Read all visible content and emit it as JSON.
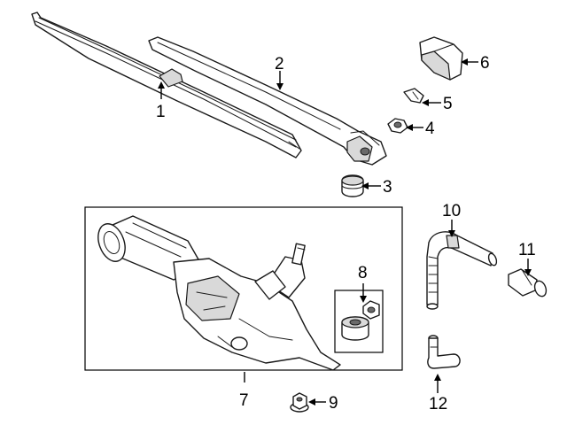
{
  "diagram": {
    "callouts": {
      "c1": "1",
      "c2": "2",
      "c3": "3",
      "c4": "4",
      "c5": "5",
      "c6": "6",
      "c7": "7",
      "c8": "8",
      "c9": "9",
      "c10": "10",
      "c11": "11",
      "c12": "12"
    },
    "icons": {
      "part_1": "wiper-blade-icon",
      "part_2": "wiper-arm-icon",
      "part_3": "grommet-icon",
      "part_4": "nut-icon",
      "part_5": "clip-icon",
      "part_6": "arm-cap-icon",
      "part_7": "wiper-motor-icon",
      "part_8": "motor-mount-kit-icon",
      "part_9": "flange-nut-icon",
      "part_10": "washer-hose-icon",
      "part_11": "nozzle-icon",
      "part_12": "connector-hose-icon"
    }
  }
}
